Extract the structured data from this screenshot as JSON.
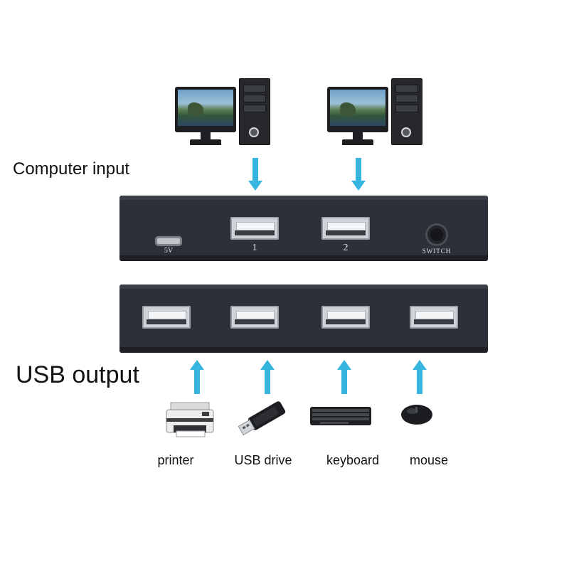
{
  "sections": {
    "input_title": "Computer input",
    "output_title": "USB output"
  },
  "switch": {
    "input_ports": [
      {
        "label": "1"
      },
      {
        "label": "2"
      }
    ],
    "power_label": "5V",
    "switch_label": "SWITCH",
    "output_port_count": 4
  },
  "devices": [
    {
      "label": "printer",
      "icon": "printer-icon"
    },
    {
      "label": "USB drive",
      "icon": "usb-drive-icon"
    },
    {
      "label": "keyboard",
      "icon": "keyboard-icon"
    },
    {
      "label": "mouse",
      "icon": "mouse-icon"
    }
  ],
  "colors": {
    "arrow": "#36b5df",
    "box": "#2d3038"
  }
}
